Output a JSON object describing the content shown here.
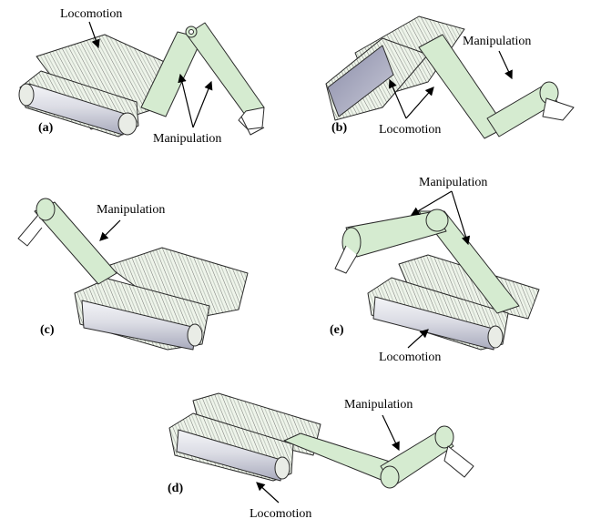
{
  "labels": {
    "locomotion": "Locomotion",
    "manipulation": "Manipulation"
  },
  "panels": [
    {
      "tag": "(a)"
    },
    {
      "tag": "(b)"
    },
    {
      "tag": "(c)"
    },
    {
      "tag": "(e)"
    },
    {
      "tag": "(d)"
    }
  ],
  "colors": {
    "arm_fill": "#d5ebd0",
    "track_fill": "#ecf3e8",
    "roller_fill": "#c6c8d6",
    "outline": "#2a2a2a"
  }
}
